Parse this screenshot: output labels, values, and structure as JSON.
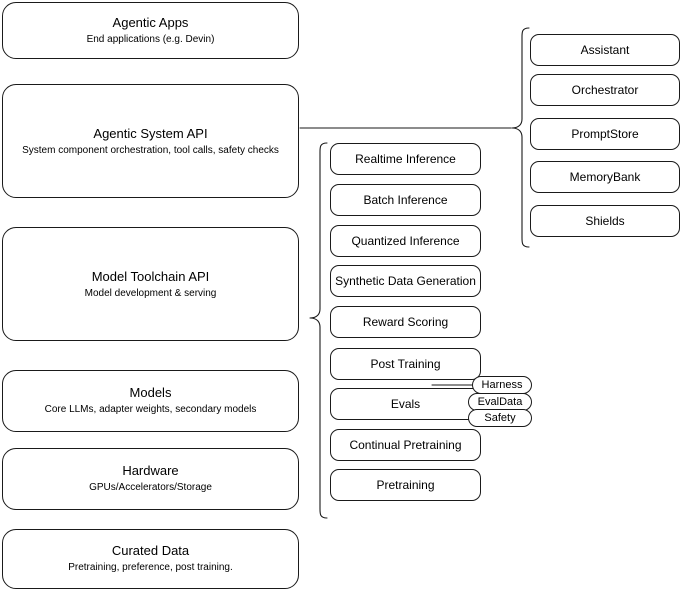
{
  "diagram": {
    "title": "AI stack layered architecture diagram",
    "stroke_color": "#1a1a1a",
    "background_color": "#ffffff"
  },
  "stack_layers": [
    {
      "id": "agentic-apps",
      "title": "Agentic Apps",
      "subtitle": "End applications (e.g. Devin)"
    },
    {
      "id": "agentic-system-api",
      "title": "Agentic System API",
      "subtitle": "System component orchestration, tool calls, safety checks"
    },
    {
      "id": "model-toolchain-api",
      "title": "Model Toolchain API",
      "subtitle": "Model development & serving"
    },
    {
      "id": "models",
      "title": "Models",
      "subtitle": "Core LLMs, adapter weights, secondary models"
    },
    {
      "id": "hardware",
      "title": "Hardware",
      "subtitle": "GPUs/Accelerators/Storage"
    },
    {
      "id": "curated-data",
      "title": "Curated Data",
      "subtitle": "Pretraining, preference, post training."
    }
  ],
  "toolchain_capabilities": [
    {
      "id": "realtime-inference",
      "label": "Realtime Inference"
    },
    {
      "id": "batch-inference",
      "label": "Batch Inference"
    },
    {
      "id": "quantized-inference",
      "label": "Quantized Inference"
    },
    {
      "id": "synthetic-data-generation",
      "label": "Synthetic Data Generation"
    },
    {
      "id": "reward-scoring",
      "label": "Reward Scoring"
    },
    {
      "id": "post-training",
      "label": "Post Training"
    },
    {
      "id": "evals",
      "label": "Evals"
    },
    {
      "id": "continual-pretraining",
      "label": "Continual Pretraining"
    },
    {
      "id": "pretraining",
      "label": "Pretraining"
    }
  ],
  "evals_subcomponents": [
    {
      "id": "harness",
      "label": "Harness"
    },
    {
      "id": "evaldata",
      "label": "EvalData"
    },
    {
      "id": "safety",
      "label": "Safety"
    }
  ],
  "system_components": [
    {
      "id": "assistant",
      "label": "Assistant"
    },
    {
      "id": "orchestrator",
      "label": "Orchestrator"
    },
    {
      "id": "promptstore",
      "label": "PromptStore"
    },
    {
      "id": "memorybank",
      "label": "MemoryBank"
    },
    {
      "id": "shields",
      "label": "Shields"
    }
  ]
}
